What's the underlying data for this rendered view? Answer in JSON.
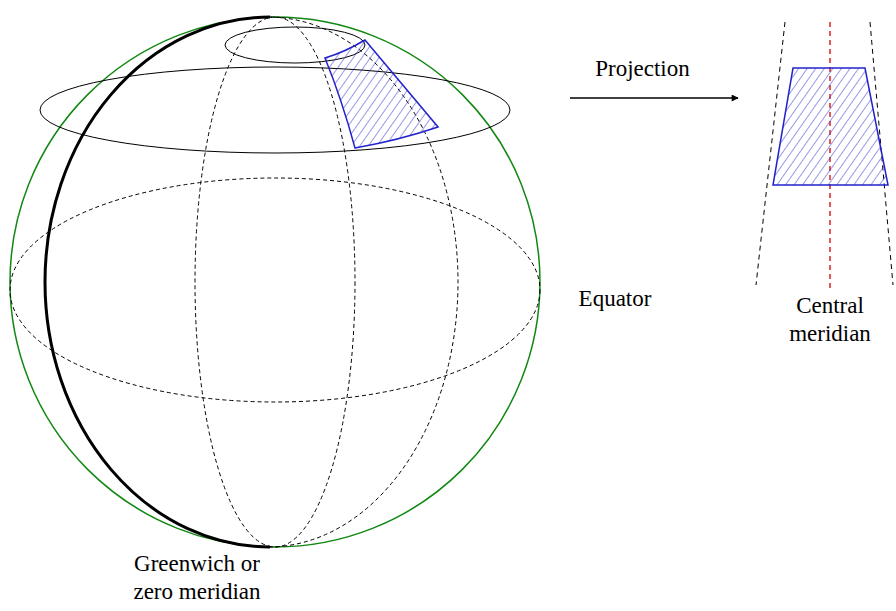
{
  "diagram": {
    "labels": [
      "Projection",
      "Equator",
      "Greenwich or zero meridian",
      "Central meridian"
    ]
  }
}
